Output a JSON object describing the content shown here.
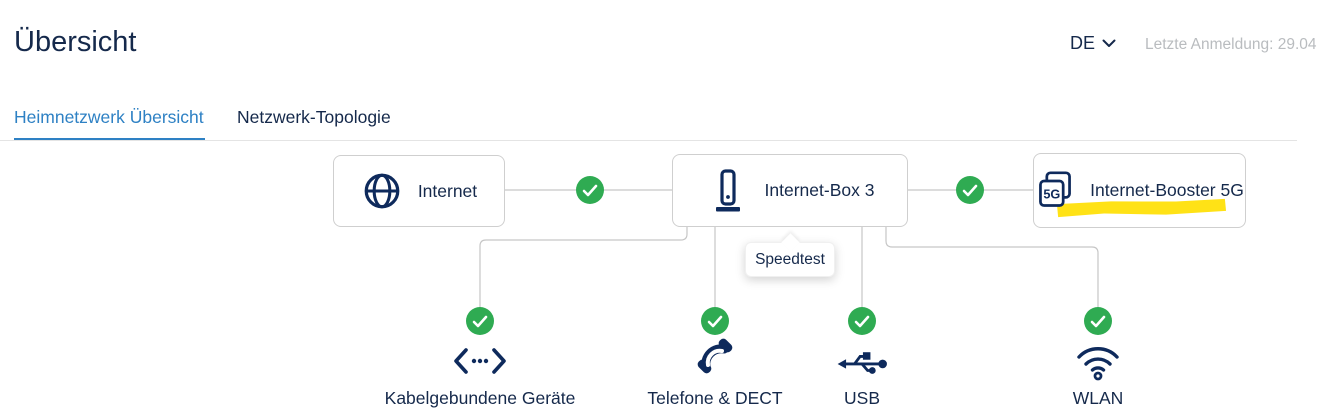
{
  "page": {
    "title": "Übersicht"
  },
  "header": {
    "language": "DE",
    "last_login": "Letzte Anmeldung: 29.04"
  },
  "tabs": [
    {
      "label": "Heimnetzwerk Übersicht",
      "active": true
    },
    {
      "label": "Netzwerk-Topologie",
      "active": false
    }
  ],
  "diagram": {
    "nodes": [
      {
        "label": "Internet",
        "icon": "globe-icon",
        "status": "ok"
      },
      {
        "label": "Internet-Box 3",
        "icon": "router-icon",
        "status": "ok"
      },
      {
        "label": "Internet-Booster 5G",
        "icon": "booster-5g-icon",
        "status": "ok",
        "highlighted": true
      }
    ],
    "booster_icon_text": "5G",
    "connections": [
      {
        "from": "Internet",
        "to": "Internet-Box 3",
        "status": "ok"
      },
      {
        "from": "Internet-Box 3",
        "to": "Internet-Booster 5G",
        "status": "ok"
      }
    ],
    "tooltip": {
      "label": "Speedtest"
    },
    "services": [
      {
        "label": "Kabelgebundene Geräte",
        "icon": "ethernet-devices-icon",
        "status": "ok"
      },
      {
        "label": "Telefone & DECT",
        "icon": "phone-icon",
        "status": "ok"
      },
      {
        "label": "USB",
        "icon": "usb-icon",
        "status": "ok"
      },
      {
        "label": "WLAN",
        "icon": "wifi-icon",
        "status": "ok"
      }
    ]
  },
  "colors": {
    "navy": "#15294b",
    "icon_navy": "#0e2a5c",
    "accent_blue": "#2e81c4",
    "status_green": "#2fab52",
    "highlight_yellow": "#ffe10c",
    "line_gray": "#c6c6c6",
    "muted_text": "#b9bcbf"
  }
}
